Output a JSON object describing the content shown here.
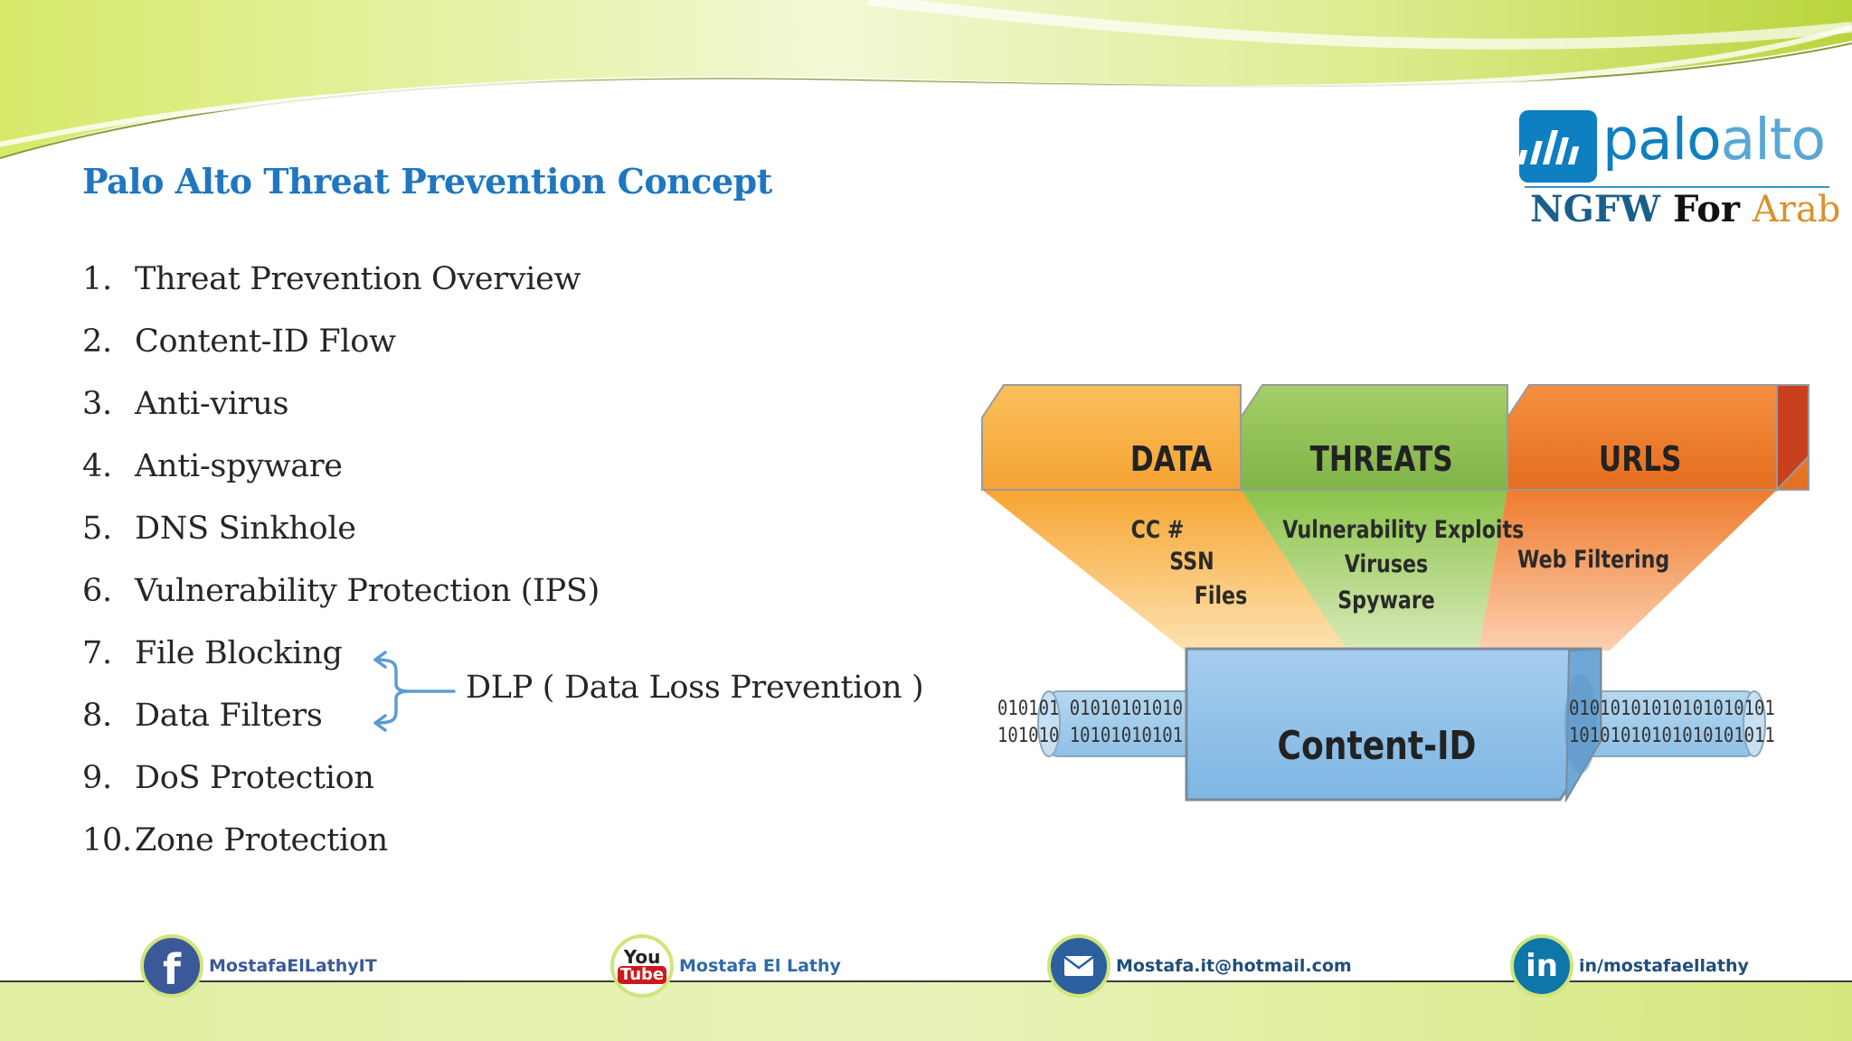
{
  "slide": {
    "title": "Palo Alto Threat Prevention Concept"
  },
  "logo": {
    "brand_part1": "palo",
    "brand_part2": "alto",
    "sub_part1": "NGFW",
    "sub_part2": "For",
    "sub_part3": "Arab"
  },
  "topics": [
    {
      "num": "1.",
      "label": "Threat Prevention Overview"
    },
    {
      "num": "2.",
      "label": "Content-ID Flow"
    },
    {
      "num": "3.",
      "label": "Anti-virus"
    },
    {
      "num": "4.",
      "label": "Anti-spyware"
    },
    {
      "num": "5.",
      "label": "DNS Sinkhole"
    },
    {
      "num": "6.",
      "label": "Vulnerability Protection (IPS)"
    },
    {
      "num": "7.",
      "label": "File Blocking"
    },
    {
      "num": "8.",
      "label": "Data Filters"
    },
    {
      "num": "9.",
      "label": "DoS Protection"
    },
    {
      "num": "10.",
      "label": "Zone Protection"
    }
  ],
  "dlp_label": "DLP ( Data Loss Prevention )",
  "diagram": {
    "categories": [
      {
        "label": "DATA",
        "items": [
          "CC #",
          "SSN",
          "Files"
        ],
        "color": "#F5A63A"
      },
      {
        "label": "THREATS",
        "items": [
          "Vulnerability Exploits",
          "Viruses",
          "Spyware"
        ],
        "color": "#8CB84E"
      },
      {
        "label": "URLS",
        "items": [
          "Web Filtering"
        ],
        "color": "#E8772A"
      }
    ],
    "engine_label": "Content-ID",
    "input_bits": [
      "010101 01010101010",
      "101010 10101010101"
    ],
    "output_bits": [
      "01010101010101010101",
      "10101010101010101011"
    ]
  },
  "footer": {
    "facebook": {
      "icon": "facebook-icon",
      "handle": "MostafaElLathyIT",
      "color": "#3b5998"
    },
    "youtube": {
      "icon_top": "You",
      "icon_bottom": "Tube",
      "handle": "Mostafa El Lathy"
    },
    "email": {
      "icon": "mail-icon",
      "handle": "Mostafa.it@hotmail.com"
    },
    "linkedin": {
      "icon": "linkedin-icon",
      "icon_text": "in",
      "handle": "in/mostafaellathy",
      "color": "#0e76a8"
    }
  },
  "colors": {
    "title_blue": "#1F77C0",
    "accent_green": "#B5D334",
    "arrow_blue": "#5B9BD5"
  }
}
